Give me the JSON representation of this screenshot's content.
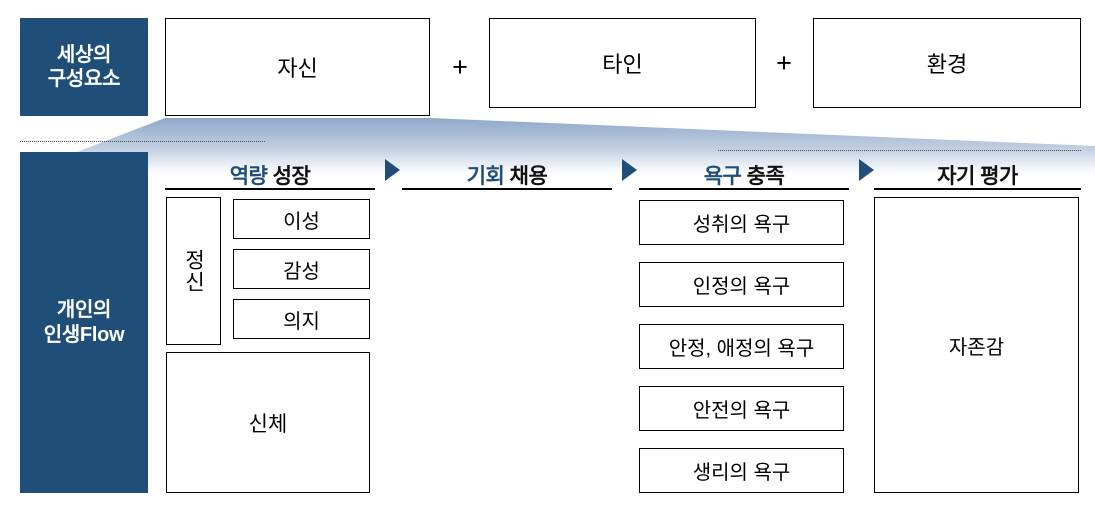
{
  "diagram": {
    "title": "개인의 인생Flow",
    "colors": {
      "navy": "#1F4E79",
      "header_blue": "#1F4E79",
      "header_dark": "#111111",
      "box_border": "#000000",
      "background": "#FFFFFF",
      "connector_gradient_from": "#8FA8C8",
      "connector_gradient_to": "#FFFFFF"
    }
  },
  "top_section": {
    "label": {
      "line1": "세상의",
      "line2": "구성요소"
    },
    "operators": [
      "+",
      "+"
    ],
    "boxes": [
      {
        "label": "자신"
      },
      {
        "label": "타인"
      },
      {
        "label": "환경"
      }
    ]
  },
  "divider": {
    "style": "dotted"
  },
  "bottom_section": {
    "label": {
      "line1": "개인의",
      "line2": "인생Flow"
    },
    "arrows": [
      "arrow-1",
      "arrow-2",
      "arrow-3"
    ],
    "columns": [
      {
        "header": {
          "word1": "역량",
          "word2": "성장",
          "word1_color": "blue"
        },
        "side_label": "정신",
        "items": [
          "이성",
          "감성",
          "의지"
        ],
        "footer_box": "신체"
      },
      {
        "header": {
          "word1": "기회",
          "word2": "채용",
          "word1_color": "blue"
        },
        "items": []
      },
      {
        "header": {
          "word1": "욕구",
          "word2": "충족",
          "word1_color": "blue"
        },
        "items": [
          "성취의 욕구",
          "인정의 욕구",
          "안정, 애정의 욕구",
          "안전의 욕구",
          "생리의 욕구"
        ]
      },
      {
        "header": {
          "word1": "자기",
          "word2": "평가",
          "word1_color": "dark"
        },
        "items": [
          "자존감"
        ]
      }
    ]
  }
}
